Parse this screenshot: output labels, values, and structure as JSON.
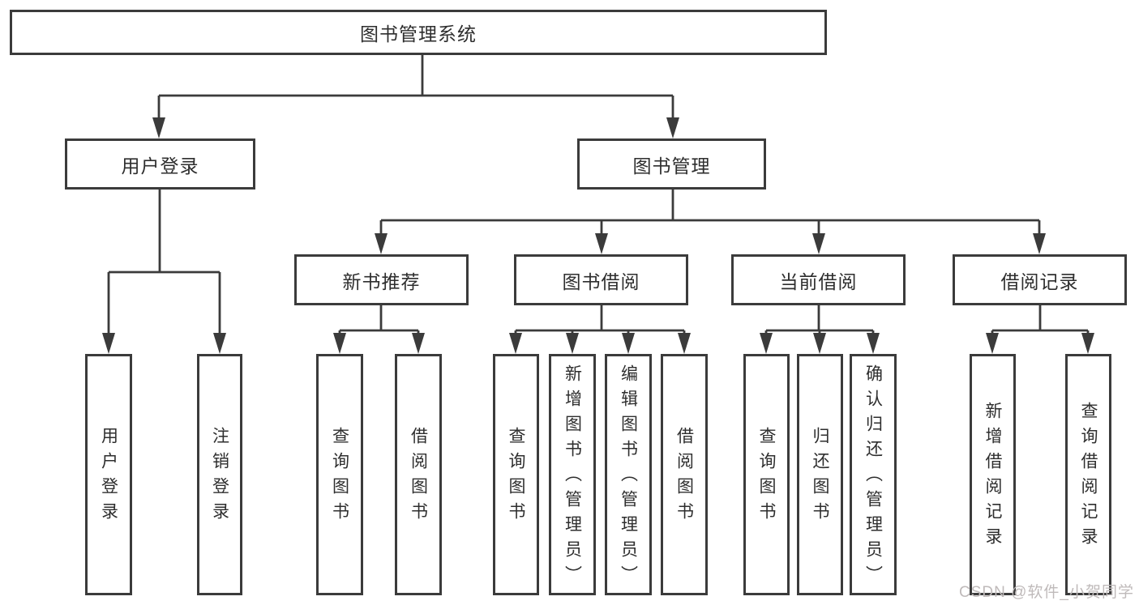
{
  "diagram": {
    "title": "图书管理系统",
    "level2": [
      "用户登录",
      "图书管理"
    ],
    "level3": [
      "新书推荐",
      "图书借阅",
      "当前借阅",
      "借阅记录"
    ],
    "leaves": {
      "user_login": [
        "用户登录",
        "注销登录"
      ],
      "new_books": [
        "查询图书",
        "借阅图书"
      ],
      "book_borrow": [
        "查询图书",
        "新增图书（管理员）",
        "编辑图书（管理员）",
        "借阅图书"
      ],
      "current_borrow": [
        "查询图书",
        "归还图书",
        "确认归还（管理员）"
      ],
      "borrow_records": [
        "新增借阅记录",
        "查询借阅记录"
      ]
    },
    "watermark": "CSDN @软件_小贺同学",
    "colors": {
      "line": "#3b3b3b",
      "text": "#2e2e2e",
      "watermark": "#bfbaba",
      "background": "#ffffff"
    }
  }
}
